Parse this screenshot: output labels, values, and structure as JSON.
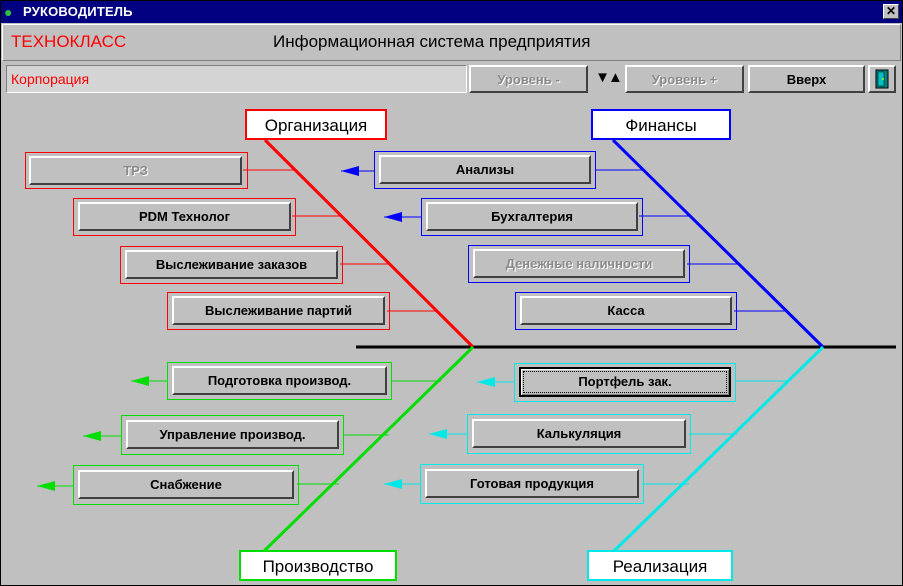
{
  "window": {
    "title": "РУКОВОДИТЕЛЬ",
    "close_glyph": "✕",
    "app_icon": "globe-icon"
  },
  "header": {
    "brand": "ТЕХНОКЛАСС",
    "system_title": "Информационная система предприятия"
  },
  "toolbar": {
    "breadcrumb": "Корпорация",
    "level_down": "Уровень -",
    "level_up": "Уровень +",
    "updown_glyph": "▼▲",
    "top": "Вверх",
    "exit_icon": "door-exit-icon"
  },
  "colors": {
    "organization": "#ff0000",
    "finance": "#0000ff",
    "production": "#00dd00",
    "sales": "#00e8e8",
    "spine": "#000000"
  },
  "categories": {
    "organization": "Организация",
    "finance": "Финансы",
    "production": "Производство",
    "sales": "Реализация"
  },
  "organization_items": [
    "ТРЗ",
    "PDM Технолог",
    "Выслеживание заказов",
    "Выслеживание партий"
  ],
  "finance_items": [
    "Анализы",
    "Бухгалтерия",
    "Денежные наличности",
    "Касса"
  ],
  "production_items": [
    "Подготовка производ.",
    "Управление производ.",
    "Снабжение"
  ],
  "sales_items": [
    "Портфель зак.",
    "Калькуляция",
    "Готовая продукция"
  ]
}
